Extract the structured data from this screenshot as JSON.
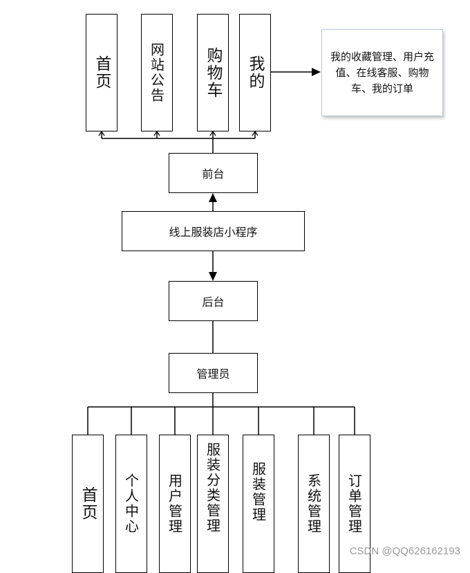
{
  "frontend_nodes": [
    "首页",
    "网站公告",
    "购物车",
    "我的"
  ],
  "frontend_note": "我的收藏管理、用户充值、在线客服、购物车、我的订单",
  "front_label": "前台",
  "app_label": "线上服装店小程序",
  "back_label": "后台",
  "admin_label": "管理员",
  "backend_nodes": [
    "首页",
    "个人中心",
    "用户管理",
    "服装分类管理",
    "服装管理",
    "系统管理",
    "订单管理"
  ],
  "watermark": "CSDN @QQ626162193"
}
